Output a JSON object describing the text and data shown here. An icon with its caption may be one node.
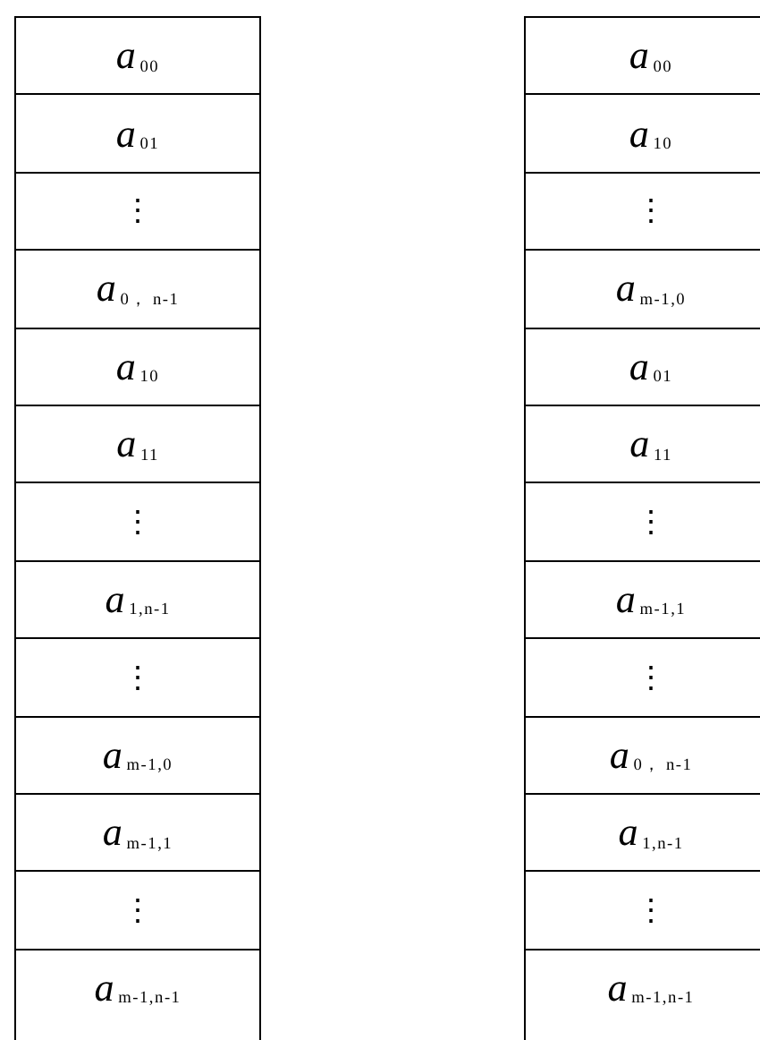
{
  "diagram": {
    "nodes": [
      {
        "text": [
          "*a*$_{00}$"
        ]
      },
      {
        "text": [
          "*a*$_{01}$"
        ]
      },
      {
        "text": [
          "⋮"
        ]
      },
      {
        "text": [
          "*a*$_{0， n-1}$"
        ]
      },
      {
        "text": [
          "*a*$_{10}$"
        ]
      },
      {
        "text": [
          "*a*$_{11}$"
        ]
      },
      {
        "text": [
          "⋮"
        ]
      },
      {
        "text": [
          "*a*$_{1,n-1}$"
        ]
      },
      {
        "text": [
          "⋮"
        ]
      },
      {
        "text": [
          "*a*$_{m-1,0}$"
        ]
      },
      {
        "text": [
          "*a*$_{m-1,1}$"
        ]
      },
      {
        "text": [
          "⋮"
        ]
      },
      {
        "text": [
          "*a*$_{m-1,n-1}$"
        ]
      },
      {
        "text": [
          "*a*$_{00}$"
        ]
      },
      {
        "text": [
          "*a*$_{10}$"
        ]
      },
      {
        "text": [
          "⋮"
        ]
      },
      {
        "text": [
          "*a*$_{m-1,0}$"
        ]
      },
      {
        "text": [
          "*a*$_{01}$"
        ]
      },
      {
        "text": [
          "*a*$_{11}$"
        ]
      },
      {
        "text": [
          "⋮"
        ]
      },
      {
        "text": [
          "*a*$_{m-1,1}$"
        ]
      },
      {
        "text": [
          "⋮"
        ]
      },
      {
        "text": [
          "*a*$_{0， n-1}$"
        ]
      },
      {
        "text": [
          "*a*$_{1,n-1}$"
        ]
      },
      {
        "text": [
          "⋮"
        ]
      },
      {
        "text": [
          "*a*$_{m-1,n-1}$"
        ]
      }
    ]
  }
}
